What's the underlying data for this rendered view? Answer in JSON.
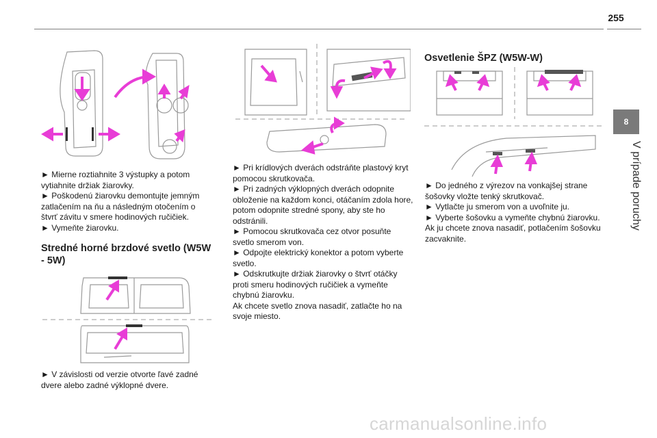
{
  "page_number": "255",
  "chapter": {
    "number": "8",
    "title": "V prípade poruchy"
  },
  "col1": {
    "instructions": [
      "► Mierne roztiahnite 3 výstupky a potom vytiahnite držiak žiarovky.",
      "► Poškodenú žiarovku demontujte jemným zatlačením na ňu a následným otočením o štvrť závitu v smere hodinových ručičiek.",
      "► Vymeňte žiarovku."
    ],
    "heading": "Stredné horné brzdové svetlo (W5W - 5W)",
    "note": "► V závislosti od verzie otvorte ľavé zadné dvere alebo zadné výklopné dvere."
  },
  "col2": {
    "instructions": [
      "► Pri krídlových dverách odstráňte plastový kryt pomocou skrutkovača.",
      "► Pri zadných výklopných dverách odopnite obloženie na každom konci, otáčaním zdola hore, potom odopnite stredné spony, aby ste ho odstránili.",
      "► Pomocou skrutkovača cez otvor posuňte svetlo smerom von.",
      "► Odpojte elektrický konektor a potom vyberte svetlo.",
      "► Odskrutkujte držiak žiarovky o štvrť otáčky proti smeru hodinových ručičiek a vymeňte chybnú žiarovku.",
      "Ak chcete svetlo znova nasadiť, zatlačte ho na svoje miesto."
    ]
  },
  "col3": {
    "heading": "Osvetlenie ŠPZ (W5W-W)",
    "instructions": [
      "► Do jedného z výrezov na vonkajšej strane šošovky vložte tenký skrutkovač.",
      "► Vytlačte ju smerom von a uvoľnite ju.",
      "► Vyberte šošovku a vymeňte chybnú žiarovku.",
      "Ak ju chcete znova nasadiť, potlačením šošovku zacvaknite."
    ]
  },
  "watermark": "carmanualsonline.info",
  "colors": {
    "arrow": "#e83dd6",
    "line": "#9a9a9a",
    "chapter_tab": "#7a7a7a"
  }
}
